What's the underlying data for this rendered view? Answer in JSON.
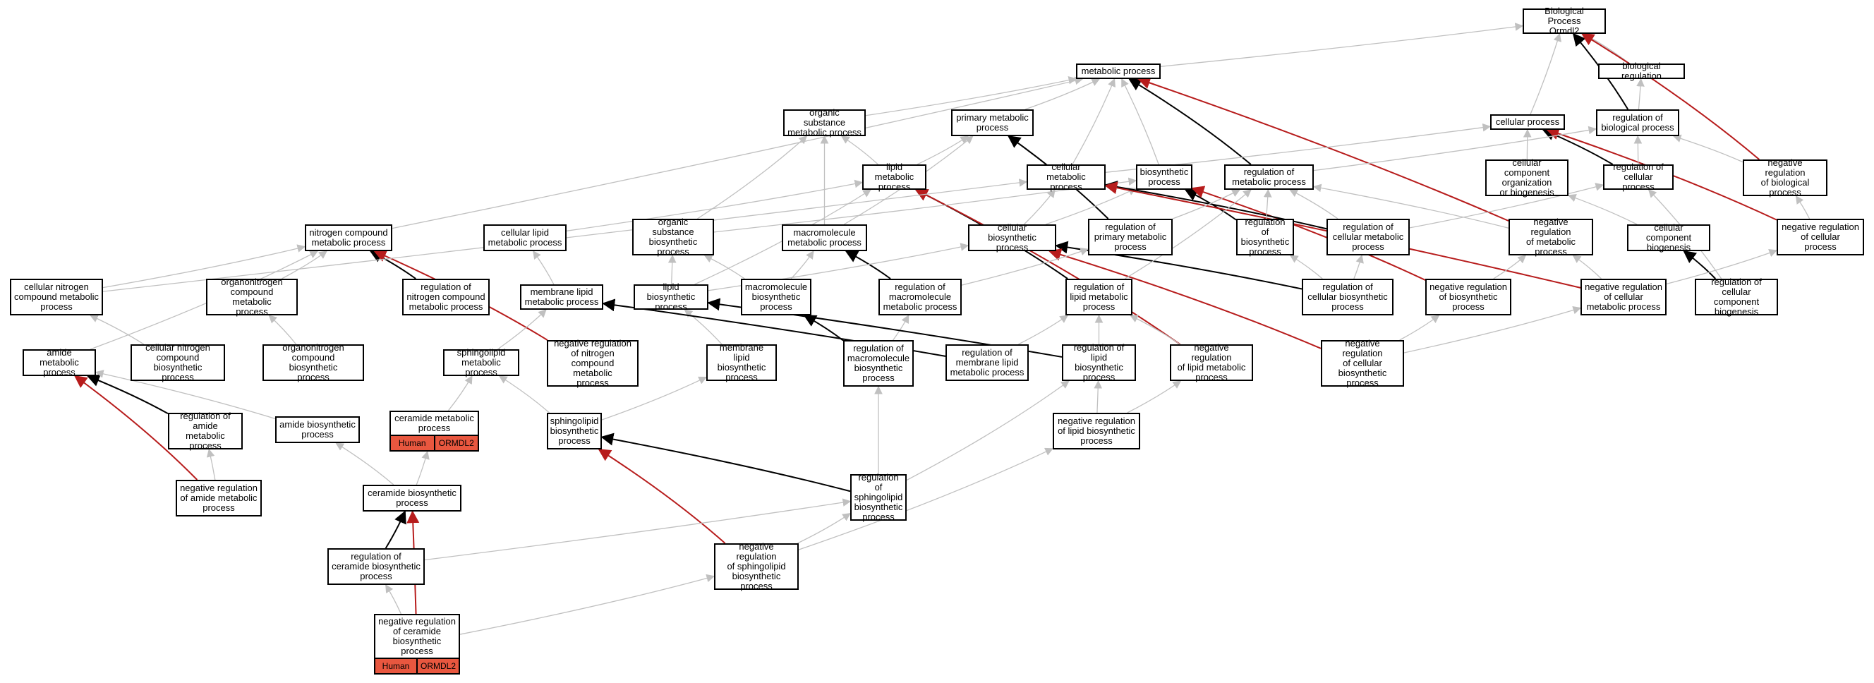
{
  "colors": {
    "grey_edge": "#c0c0c0",
    "black_edge": "#000000",
    "red_edge": "#b71c1c",
    "annotation": "#e8573f"
  },
  "nodes": {
    "root": {
      "label": "Biological Process\nOrmdl2"
    },
    "metabolic": {
      "label": "metabolic process"
    },
    "bioreg": {
      "label": "biological regulation"
    },
    "org_sub_met": {
      "label": "organic substance\nmetabolic process"
    },
    "prim_met": {
      "label": "primary metabolic\nprocess"
    },
    "cell_proc": {
      "label": "cellular process"
    },
    "reg_bio": {
      "label": "regulation of\nbiological process"
    },
    "lipid_met": {
      "label": "lipid metabolic\nprocess"
    },
    "cell_met": {
      "label": "cellular metabolic\nprocess"
    },
    "biosyn": {
      "label": "biosynthetic\nprocess"
    },
    "reg_met": {
      "label": "regulation of\nmetabolic process"
    },
    "ccob": {
      "label": "cellular component\norganization\nor biogenesis"
    },
    "reg_cell": {
      "label": "regulation of\ncellular process"
    },
    "neg_reg_bio": {
      "label": "negative regulation\nof biological\nprocess"
    },
    "nitro_met": {
      "label": "nitrogen compound\nmetabolic process"
    },
    "cell_lipid_met": {
      "label": "cellular lipid\nmetabolic process"
    },
    "org_sub_bio": {
      "label": "organic substance\nbiosynthetic\nprocess"
    },
    "macro_met": {
      "label": "macromolecule\nmetabolic process"
    },
    "cell_bio": {
      "label": "cellular biosynthetic\nprocess"
    },
    "reg_prim_met": {
      "label": "regulation of\nprimary metabolic\nprocess"
    },
    "reg_biosyn": {
      "label": "regulation of\nbiosynthetic\nprocess"
    },
    "reg_cell_met": {
      "label": "regulation of\ncellular metabolic\nprocess"
    },
    "neg_reg_met": {
      "label": "negative regulation\nof metabolic\nprocess"
    },
    "cc_biogen": {
      "label": "cellular component\nbiogenesis"
    },
    "neg_reg_cell": {
      "label": "negative regulation\nof cellular\nprocess"
    },
    "cell_nitro_met": {
      "label": "cellular nitrogen\ncompound metabolic\nprocess"
    },
    "orgnitro_met": {
      "label": "organonitrogen\ncompound metabolic\nprocess"
    },
    "reg_nitro_met": {
      "label": "regulation of\nnitrogen compound\nmetabolic process"
    },
    "membrane_lipid_met": {
      "label": "membrane lipid\nmetabolic process"
    },
    "lipid_bio": {
      "label": "lipid biosynthetic\nprocess"
    },
    "macro_bio": {
      "label": "macromolecule\nbiosynthetic\nprocess"
    },
    "reg_macro_met": {
      "label": "regulation of\nmacromolecule\nmetabolic process"
    },
    "reg_lipid_met": {
      "label": "regulation of\nlipid metabolic\nprocess"
    },
    "reg_cell_bio": {
      "label": "regulation of\ncellular biosynthetic\nprocess"
    },
    "neg_reg_biosyn": {
      "label": "negative regulation\nof biosynthetic\nprocess"
    },
    "neg_reg_cell_met": {
      "label": "negative regulation\nof cellular\nmetabolic process"
    },
    "reg_cc_biogen": {
      "label": "regulation of\ncellular component\nbiogenesis"
    },
    "amide_met": {
      "label": "amide metabolic\nprocess"
    },
    "cell_nitro_bio": {
      "label": "cellular nitrogen\ncompound biosynthetic\nprocess"
    },
    "orgnitro_bio": {
      "label": "organonitrogen\ncompound biosynthetic\nprocess"
    },
    "sphingo_met": {
      "label": "sphingolipid\nmetabolic process"
    },
    "neg_reg_nitro_met": {
      "label": "negative regulation\nof nitrogen\ncompound metabolic\nprocess"
    },
    "membrane_lipid_bio": {
      "label": "membrane lipid\nbiosynthetic\nprocess"
    },
    "reg_macro_bio": {
      "label": "regulation of\nmacromolecule\nbiosynthetic\nprocess"
    },
    "reg_membrane_lipid_met": {
      "label": "regulation of\nmembrane lipid\nmetabolic process"
    },
    "reg_lipid_bio": {
      "label": "regulation of\nlipid biosynthetic\nprocess"
    },
    "neg_reg_lipid_met": {
      "label": "negative regulation\nof lipid metabolic\nprocess"
    },
    "neg_reg_cell_bio": {
      "label": "negative regulation\nof cellular\nbiosynthetic\nprocess"
    },
    "reg_amide_met": {
      "label": "regulation of\namide metabolic\nprocess"
    },
    "amide_bio": {
      "label": "amide biosynthetic\nprocess"
    },
    "ceramide_met": {
      "label": "ceramide metabolic\nprocess",
      "tags": [
        "Human",
        "ORMDL2"
      ]
    },
    "sphingo_bio": {
      "label": "sphingolipid\nbiosynthetic\nprocess"
    },
    "neg_reg_lipid_bio": {
      "label": "negative regulation\nof lipid biosynthetic\nprocess"
    },
    "neg_reg_amide_met": {
      "label": "negative regulation\nof amide metabolic\nprocess"
    },
    "ceramide_bio": {
      "label": "ceramide biosynthetic\nprocess"
    },
    "reg_sphingo_bio": {
      "label": "regulation of\nsphingolipid\nbiosynthetic\nprocess"
    },
    "reg_ceramide_bio": {
      "label": "regulation of\nceramide biosynthetic\nprocess"
    },
    "neg_reg_sphingo_bio": {
      "label": "negative regulation\nof sphingolipid\nbiosynthetic\nprocess"
    },
    "neg_reg_ceramide_bio": {
      "label": "negative regulation\nof ceramide\nbiosynthetic\nprocess",
      "tags": [
        "Human",
        "ORMDL2"
      ]
    }
  },
  "edges": [
    [
      "metabolic",
      "root",
      "grey"
    ],
    [
      "bioreg",
      "root",
      "grey"
    ],
    [
      "cell_proc",
      "root",
      "grey"
    ],
    [
      "reg_bio",
      "root",
      "black"
    ],
    [
      "neg_reg_bio",
      "root",
      "red"
    ],
    [
      "org_sub_met",
      "metabolic",
      "grey"
    ],
    [
      "prim_met",
      "metabolic",
      "grey"
    ],
    [
      "cell_met",
      "metabolic",
      "grey"
    ],
    [
      "biosyn",
      "metabolic",
      "grey"
    ],
    [
      "reg_met",
      "metabolic",
      "black"
    ],
    [
      "neg_reg_met",
      "metabolic",
      "red"
    ],
    [
      "nitro_met",
      "metabolic",
      "grey"
    ],
    [
      "reg_bio",
      "bioreg",
      "grey"
    ],
    [
      "lipid_met",
      "org_sub_met",
      "grey"
    ],
    [
      "lipid_met",
      "prim_met",
      "grey"
    ],
    [
      "macro_met",
      "org_sub_met",
      "grey"
    ],
    [
      "org_sub_bio",
      "org_sub_met",
      "grey"
    ],
    [
      "reg_prim_met",
      "prim_met",
      "black"
    ],
    [
      "macro_met",
      "prim_met",
      "grey"
    ],
    [
      "ccob",
      "cell_proc",
      "grey"
    ],
    [
      "reg_cell",
      "cell_proc",
      "black"
    ],
    [
      "neg_reg_cell",
      "cell_proc",
      "red"
    ],
    [
      "cell_met",
      "cell_proc",
      "grey"
    ],
    [
      "reg_cell",
      "reg_bio",
      "grey"
    ],
    [
      "neg_reg_bio",
      "reg_bio",
      "grey"
    ],
    [
      "neg_reg_cell",
      "neg_reg_bio",
      "grey"
    ],
    [
      "reg_met",
      "reg_bio",
      "grey"
    ],
    [
      "cell_lipid_met",
      "lipid_met",
      "grey"
    ],
    [
      "lipid_bio",
      "lipid_met",
      "grey"
    ],
    [
      "reg_lipid_met",
      "lipid_met",
      "black"
    ],
    [
      "neg_reg_lipid_met",
      "lipid_met",
      "red"
    ],
    [
      "cell_bio",
      "cell_met",
      "grey"
    ],
    [
      "cell_bio",
      "biosyn",
      "grey"
    ],
    [
      "org_sub_bio",
      "biosyn",
      "grey"
    ],
    [
      "reg_biosyn",
      "biosyn",
      "black"
    ],
    [
      "neg_reg_biosyn",
      "biosyn",
      "red"
    ],
    [
      "reg_cell_met",
      "cell_met",
      "black"
    ],
    [
      "neg_reg_cell_met",
      "cell_met",
      "red"
    ],
    [
      "reg_prim_met",
      "reg_met",
      "grey"
    ],
    [
      "reg_biosyn",
      "reg_met",
      "grey"
    ],
    [
      "reg_cell_met",
      "reg_met",
      "grey"
    ],
    [
      "neg_reg_met",
      "reg_met",
      "grey"
    ],
    [
      "reg_cell_met",
      "reg_cell",
      "grey"
    ],
    [
      "cc_biogen",
      "ccob",
      "grey"
    ],
    [
      "reg_cc_biogen",
      "cc_biogen",
      "black"
    ],
    [
      "reg_cc_biogen",
      "reg_cell",
      "grey"
    ],
    [
      "neg_reg_cell_met",
      "neg_reg_met",
      "grey"
    ],
    [
      "neg_reg_cell_met",
      "neg_reg_cell",
      "grey"
    ],
    [
      "neg_reg_biosyn",
      "neg_reg_met",
      "grey"
    ],
    [
      "cell_nitro_met",
      "nitro_met",
      "grey"
    ],
    [
      "orgnitro_met",
      "nitro_met",
      "grey"
    ],
    [
      "reg_nitro_met",
      "nitro_met",
      "black"
    ],
    [
      "neg_reg_nitro_met",
      "nitro_met",
      "red"
    ],
    [
      "cell_nitro_met",
      "cell_met",
      "grey"
    ],
    [
      "membrane_lipid_met",
      "cell_lipid_met",
      "grey"
    ],
    [
      "lipid_bio",
      "org_sub_bio",
      "grey"
    ],
    [
      "macro_bio",
      "org_sub_bio",
      "grey"
    ],
    [
      "macro_bio",
      "macro_met",
      "grey"
    ],
    [
      "reg_macro_met",
      "macro_met",
      "black"
    ],
    [
      "lipid_bio",
      "cell_bio",
      "grey"
    ],
    [
      "reg_cell_bio",
      "cell_bio",
      "black"
    ],
    [
      "neg_reg_cell_bio",
      "cell_bio",
      "red"
    ],
    [
      "reg_macro_met",
      "reg_prim_met",
      "grey"
    ],
    [
      "reg_cell_bio",
      "reg_biosyn",
      "grey"
    ],
    [
      "reg_cell_bio",
      "reg_cell_met",
      "grey"
    ],
    [
      "neg_reg_cell_bio",
      "neg_reg_biosyn",
      "grey"
    ],
    [
      "neg_reg_cell_bio",
      "neg_reg_cell_met",
      "grey"
    ],
    [
      "reg_lipid_met",
      "reg_met",
      "grey"
    ],
    [
      "neg_reg_lipid_met",
      "reg_lipid_met",
      "grey"
    ],
    [
      "amide_met",
      "nitro_met",
      "grey"
    ],
    [
      "cell_nitro_bio",
      "cell_nitro_met",
      "grey"
    ],
    [
      "orgnitro_bio",
      "orgnitro_met",
      "grey"
    ],
    [
      "sphingo_met",
      "membrane_lipid_met",
      "grey"
    ],
    [
      "membrane_lipid_bio",
      "lipid_bio",
      "grey"
    ],
    [
      "reg_macro_bio",
      "reg_macro_met",
      "grey"
    ],
    [
      "reg_macro_bio",
      "macro_bio",
      "black"
    ],
    [
      "reg_membrane_lipid_met",
      "reg_lipid_met",
      "grey"
    ],
    [
      "reg_membrane_lipid_met",
      "membrane_lipid_met",
      "black"
    ],
    [
      "reg_lipid_bio",
      "reg_lipid_met",
      "grey"
    ],
    [
      "reg_lipid_bio",
      "lipid_bio",
      "black"
    ],
    [
      "neg_reg_lipid_bio",
      "reg_lipid_bio",
      "grey"
    ],
    [
      "neg_reg_lipid_bio",
      "neg_reg_lipid_met",
      "grey"
    ],
    [
      "reg_amide_met",
      "amide_met",
      "black"
    ],
    [
      "neg_reg_amide_met",
      "amide_met",
      "red"
    ],
    [
      "neg_reg_amide_met",
      "reg_amide_met",
      "grey"
    ],
    [
      "amide_bio",
      "amide_met",
      "grey"
    ],
    [
      "ceramide_met",
      "sphingo_met",
      "grey"
    ],
    [
      "sphingo_bio",
      "sphingo_met",
      "grey"
    ],
    [
      "sphingo_bio",
      "membrane_lipid_bio",
      "grey"
    ],
    [
      "reg_sphingo_bio",
      "sphingo_bio",
      "black"
    ],
    [
      "neg_reg_sphingo_bio",
      "sphingo_bio",
      "red"
    ],
    [
      "ceramide_bio",
      "ceramide_met",
      "grey"
    ],
    [
      "ceramide_bio",
      "amide_bio",
      "grey"
    ],
    [
      "reg_ceramide_bio",
      "ceramide_bio",
      "black"
    ],
    [
      "neg_reg_ceramide_bio",
      "ceramide_bio",
      "red"
    ],
    [
      "neg_reg_ceramide_bio",
      "reg_ceramide_bio",
      "grey"
    ],
    [
      "neg_reg_ceramide_bio",
      "neg_reg_sphingo_bio",
      "grey"
    ],
    [
      "reg_sphingo_bio",
      "reg_lipid_bio",
      "grey"
    ],
    [
      "reg_sphingo_bio",
      "reg_macro_bio",
      "grey"
    ],
    [
      "neg_reg_sphingo_bio",
      "reg_sphingo_bio",
      "grey"
    ],
    [
      "neg_reg_sphingo_bio",
      "neg_reg_lipid_bio",
      "grey"
    ],
    [
      "reg_ceramide_bio",
      "reg_sphingo_bio",
      "grey"
    ]
  ]
}
